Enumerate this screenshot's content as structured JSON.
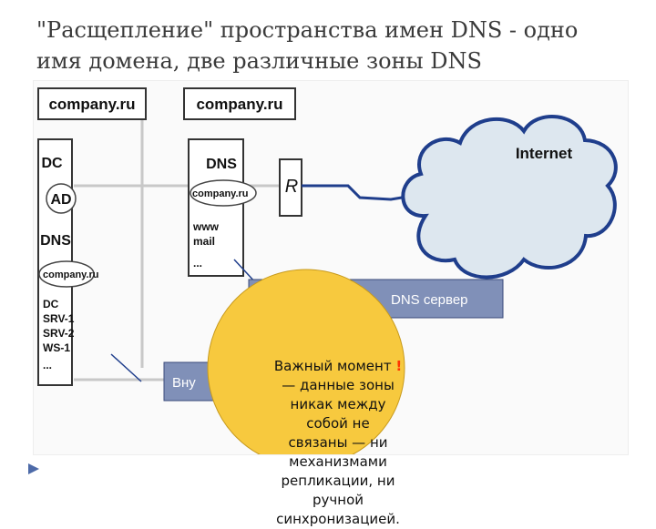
{
  "title": {
    "line1": "\"Расщепление\" пространства имен DNS - одно",
    "line2": "имя домена, две различные зоны DNS"
  },
  "internal": {
    "domain_label": "company.ru",
    "dc_label": "DC",
    "ad_label": "AD",
    "dns_label": "DNS",
    "zone_label": "company.ru",
    "records": [
      "DC",
      "SRV-1",
      "SRV-2",
      "WS-1",
      "..."
    ],
    "callout_label": "Вну"
  },
  "external": {
    "domain_label": "company.ru",
    "dns_label": "DNS",
    "zone_label": "company.ru",
    "records": [
      "www",
      "mail",
      "..."
    ],
    "callout_label": "DNS сервер"
  },
  "router_label": "R",
  "internet_label": "Internet",
  "note": {
    "heading": "Важный момент",
    "exclamation": "!",
    "body_lines": [
      "— данные зоны",
      "никак между",
      "собой не",
      "связаны — ни",
      "механизмами",
      "репликации, ни",
      "ручной",
      "синхронизацией."
    ]
  },
  "colors": {
    "callout_fill": "#8090b8",
    "note_fill": "#f7c93e",
    "cloud_fill": "#dde7ef",
    "cloud_stroke": "#1f3e8c",
    "link_color": "#1f3e8c",
    "accent": "#ff3300"
  }
}
